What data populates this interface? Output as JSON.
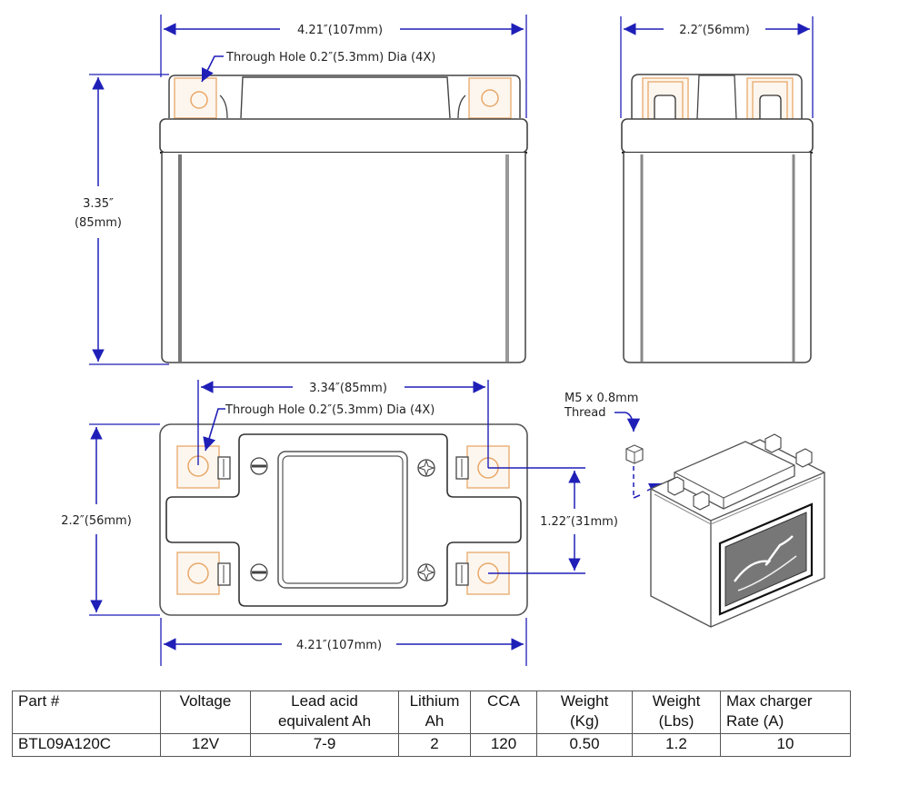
{
  "drawing": {
    "front_view": {
      "width_dim": "4.21″(107mm)",
      "height_dim_line1": "3.35″",
      "height_dim_line2": "(85mm)",
      "hole_callout": "Through Hole 0.2″(5.3mm) Dia (4X)"
    },
    "side_view": {
      "width_dim": "2.2″(56mm)"
    },
    "top_view": {
      "hole_spacing_dim": "3.34″(85mm)",
      "hole_callout": "Through Hole 0.2″(5.3mm) Dia (4X)",
      "depth_dim": "2.2″(56mm)",
      "terminal_spacing_dim": "1.22″(31mm)",
      "width_dim": "4.21″(107mm)"
    },
    "iso_view": {
      "thread_callout_line1": "M5 x 0.8mm",
      "thread_callout_line2": "Thread"
    },
    "colors": {
      "dimension": "#1f1fb8",
      "outline": "#444444",
      "terminal": "#e8a86a"
    }
  },
  "spec_table": {
    "headers": [
      [
        "Part #",
        ""
      ],
      [
        "Voltage",
        ""
      ],
      [
        "Lead acid",
        "equivalent Ah"
      ],
      [
        "Lithium",
        "Ah"
      ],
      [
        "CCA",
        ""
      ],
      [
        "Weight",
        "(Kg)"
      ],
      [
        "Weight",
        "(Lbs)"
      ],
      [
        "Max charger",
        "Rate (A)"
      ]
    ],
    "rows": [
      [
        "BTL09A120C",
        "12V",
        "7-9",
        "2",
        "120",
        "0.50",
        "1.2",
        "10"
      ]
    ]
  }
}
